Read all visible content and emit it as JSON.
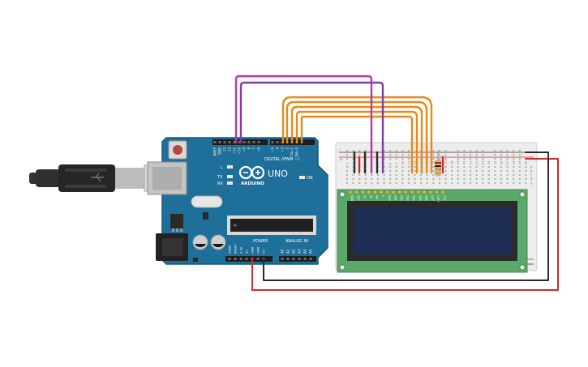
{
  "board": {
    "brand": "ARDUINO",
    "model": "UNO",
    "digital_header": "DIGITAL (PWM ~)",
    "power_header": "POWER",
    "analog_header": "ANALOG IN",
    "on_label": "ON",
    "led_l": "L",
    "led_tx": "TX",
    "led_rx": "RX",
    "digital_pins": [
      "AREF",
      "GND",
      "13",
      "12",
      "~11",
      "~10",
      "~9",
      "8",
      "7",
      "~6",
      "~5",
      "4",
      "~3",
      "2",
      "TX→1",
      "RX←0"
    ],
    "power_pins": [
      "IOREF",
      "RESET",
      "3.3V",
      "5V",
      "GND",
      "GND",
      "Vin"
    ],
    "analog_pins": [
      "A0",
      "A1",
      "A2",
      "A3",
      "A4",
      "A5"
    ]
  },
  "breadboard": {
    "rail_plus": "+",
    "rail_minus": "-",
    "column_labels": [
      "1",
      "2",
      "3",
      "4",
      "5",
      "6",
      "7",
      "8",
      "9",
      "10",
      "11",
      "12",
      "13",
      "14",
      "15",
      "16",
      "17",
      "18",
      "19",
      "20",
      "21",
      "22",
      "23",
      "24",
      "25",
      "26",
      "27",
      "28",
      "29",
      "30"
    ],
    "row_letters": [
      "a",
      "b",
      "c",
      "d",
      "e"
    ]
  },
  "lcd": {
    "pin_labels": [
      "GND",
      "VCC",
      "V0",
      "RS",
      "RW",
      "E",
      "DB0",
      "DB1",
      "DB2",
      "DB3",
      "DB4",
      "DB5",
      "DB6",
      "DB7",
      "LED+",
      "LED-"
    ]
  },
  "colors": {
    "board": "#1e6f9a",
    "wire_orange": "#e8891a",
    "wire_magenta": "#c0359c",
    "wire_purple": "#7e3fa0",
    "wire_red": "#d62828",
    "wire_black": "#2a2a2a",
    "lcd_pcb": "#5aa86a",
    "lcd_screen": "#1f2e55"
  }
}
